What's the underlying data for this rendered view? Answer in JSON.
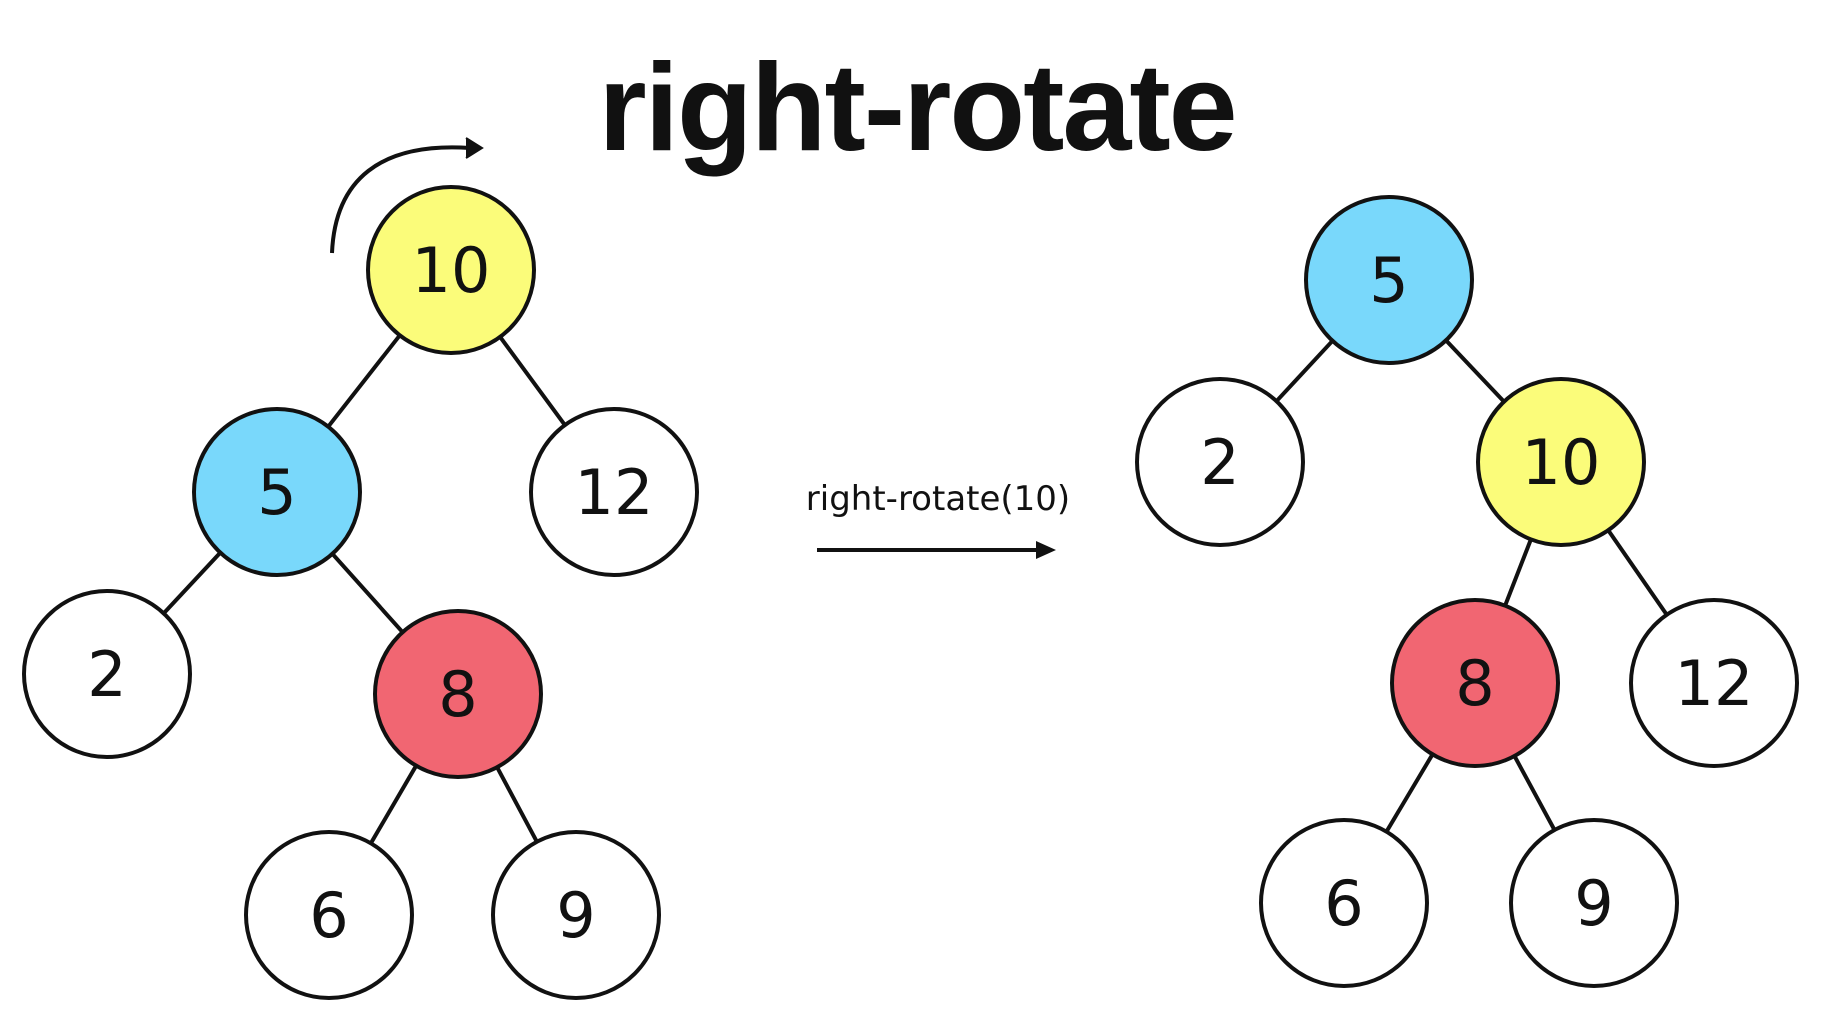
{
  "title": "right-rotate",
  "operation_label": "right-rotate(10)",
  "colors": {
    "yellow": "#fbfc7a",
    "blue": "#79d8fb",
    "red": "#f16672",
    "white": "#ffffff",
    "stroke": "#111111"
  },
  "before_tree": {
    "nodes": [
      {
        "id": "n10",
        "label": "10",
        "color": "yellow"
      },
      {
        "id": "n5",
        "label": "5",
        "color": "blue"
      },
      {
        "id": "n12",
        "label": "12",
        "color": "white"
      },
      {
        "id": "n2",
        "label": "2",
        "color": "white"
      },
      {
        "id": "n8",
        "label": "8",
        "color": "red"
      },
      {
        "id": "n6",
        "label": "6",
        "color": "white"
      },
      {
        "id": "n9",
        "label": "9",
        "color": "white"
      }
    ],
    "edges": [
      [
        "n10",
        "n5"
      ],
      [
        "n10",
        "n12"
      ],
      [
        "n5",
        "n2"
      ],
      [
        "n5",
        "n8"
      ],
      [
        "n8",
        "n6"
      ],
      [
        "n8",
        "n9"
      ]
    ]
  },
  "after_tree": {
    "nodes": [
      {
        "id": "m5",
        "label": "5",
        "color": "blue"
      },
      {
        "id": "m2",
        "label": "2",
        "color": "white"
      },
      {
        "id": "m10",
        "label": "10",
        "color": "yellow"
      },
      {
        "id": "m8",
        "label": "8",
        "color": "red"
      },
      {
        "id": "m12",
        "label": "12",
        "color": "white"
      },
      {
        "id": "m6",
        "label": "6",
        "color": "white"
      },
      {
        "id": "m9",
        "label": "9",
        "color": "white"
      }
    ],
    "edges": [
      [
        "m5",
        "m2"
      ],
      [
        "m5",
        "m10"
      ],
      [
        "m10",
        "m8"
      ],
      [
        "m10",
        "m12"
      ],
      [
        "m8",
        "m6"
      ],
      [
        "m8",
        "m9"
      ]
    ]
  }
}
